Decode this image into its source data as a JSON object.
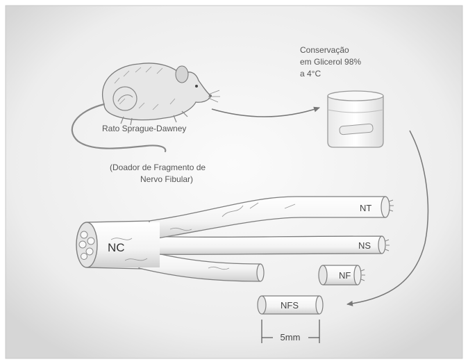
{
  "rat": {
    "label": "Rato Sprague-Dawney",
    "donor_line1": "(Doador de Fragmento de",
    "donor_line2": "Nervo Fibular)"
  },
  "storage": {
    "line1": "Conservação",
    "line2": "em Glicerol 98%",
    "line3": "a 4°C"
  },
  "nerves": {
    "nc": "NC",
    "nt": "NT",
    "ns": "NS",
    "nf": "NF",
    "nfs": "NFS"
  },
  "scale": {
    "label": "5mm"
  },
  "colors": {
    "frame_bg": "#f1f1f1",
    "line": "#6e6e6e",
    "arrow": "#777777",
    "text": "#555555"
  }
}
